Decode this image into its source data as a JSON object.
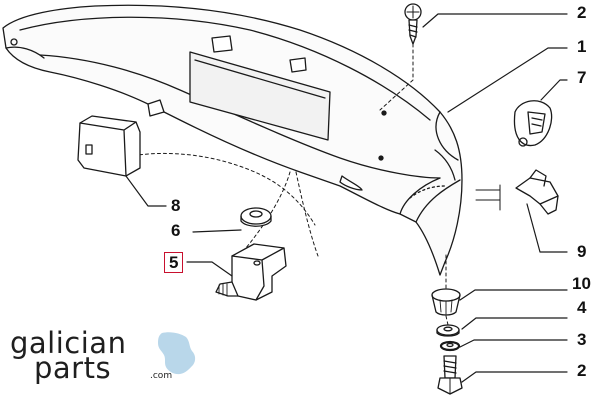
{
  "diagram": {
    "part_numbers": {
      "p1": "1",
      "p2_top": "2",
      "p2_bottom": "2",
      "p3": "3",
      "p4": "4",
      "p5": "5",
      "p6": "6",
      "p7": "7",
      "p8": "8",
      "p9": "9",
      "p10": "10"
    },
    "highlighted_part": "5",
    "highlight_color": "#c8102e",
    "line_color": "#1a1a1a"
  },
  "logo": {
    "line1": "galician",
    "line2": "parts",
    "line3": ".com",
    "map_color": "#b9d7ea"
  }
}
